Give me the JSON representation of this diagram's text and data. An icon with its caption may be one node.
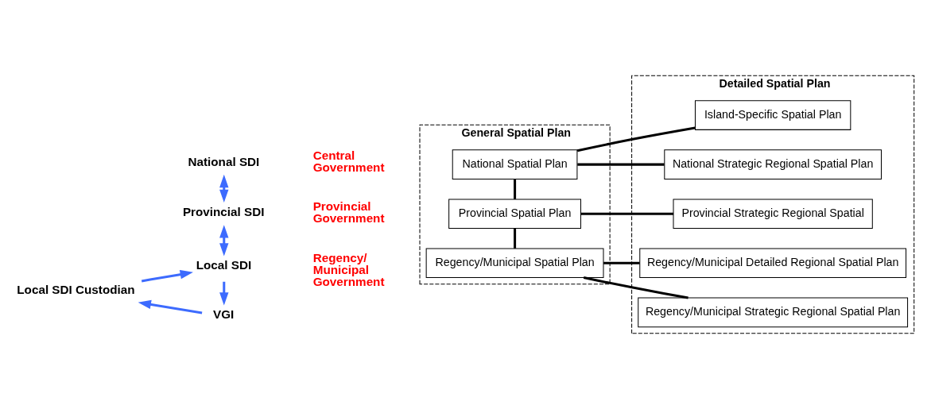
{
  "diagram": {
    "nodes": [
      {
        "text": [
          "General Spatial Plan"
        ]
      },
      {
        "text": [
          "National Spatial Plan"
        ],
        "in": 0
      },
      {
        "text": [
          "Provincial Spatial Plan"
        ],
        "in": 0
      },
      {
        "text": [
          "Regency/Municipal Spatial Plan"
        ],
        "in": 0
      },
      {
        "text": [
          "Detailed Spatial Plan"
        ]
      },
      {
        "text": [
          "Island-Specific Spatial Plan"
        ],
        "in": 4
      },
      {
        "text": [
          "National Strategic Regional Spatial Plan"
        ],
        "in": 4
      },
      {
        "text": [
          "Provincial Strategic Regional Spatial"
        ],
        "in": 4
      },
      {
        "text": [
          "Regency/Municipal Strategic Regional Spatial Plan"
        ],
        "in": 4
      },
      {
        "text": [
          "Regency/Municipal Detailed Regional Spatial Plan"
        ],
        "in": 4
      },
      {
        "text": [
          "National SDI"
        ]
      },
      {
        "text": [
          "Provincial SDI"
        ]
      },
      {
        "text": [
          "Local SDI"
        ]
      },
      {
        "text": [
          "Local SDI Custodian"
        ]
      },
      {
        "text": [
          "VGI"
        ]
      }
    ],
    "edges": [
      {
        "from": 10,
        "to": 11,
        "arrow": "both",
        "color": "#3d6bfe"
      },
      {
        "from": 11,
        "to": 12,
        "arrow": "both",
        "color": "#3d6bfe"
      },
      {
        "from": 12,
        "to": 14,
        "arrow": "to",
        "color": "#3d6bfe"
      },
      {
        "from": 14,
        "to": 13,
        "arrow": "to",
        "color": "#3d6bfe"
      },
      {
        "from": 13,
        "to": 12,
        "arrow": "to",
        "color": "#3d6bfe"
      },
      {
        "from": 1,
        "to": 2,
        "arrow": "none"
      },
      {
        "from": 2,
        "to": 3,
        "arrow": "none"
      },
      {
        "from": 1,
        "to": 5,
        "arrow": "none"
      },
      {
        "from": 1,
        "to": 6,
        "arrow": "none"
      },
      {
        "from": 2,
        "to": 7,
        "arrow": "none"
      },
      {
        "from": 3,
        "to": 8,
        "arrow": "none"
      },
      {
        "from": 3,
        "to": 9,
        "arrow": "none"
      }
    ],
    "labels": [
      "Central Government",
      "Provincial Government",
      "Regency/ Municipal Government"
    ]
  }
}
